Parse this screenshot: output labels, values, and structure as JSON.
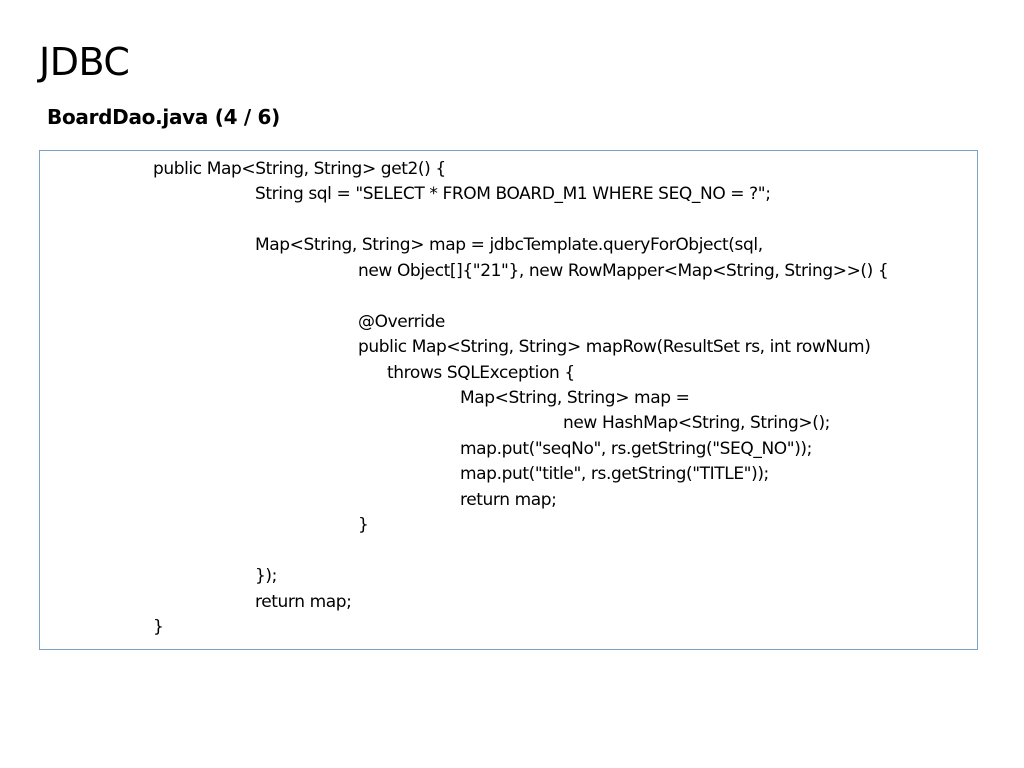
{
  "slide": {
    "title": "JDBC",
    "subtitle": "BoardDao.java (4 / 6)"
  },
  "code": {
    "lines": [
      "public Map<String, String> get2() {",
      "String sql = \"SELECT * FROM BOARD_M1 WHERE SEQ_NO = ?\";",
      "",
      "Map<String, String> map = jdbcTemplate.queryForObject(sql,",
      "new Object[]{\"21\"}, new RowMapper<Map<String, String>>() {",
      "",
      "@Override",
      "public Map<String, String> mapRow(ResultSet rs, int rowNum)",
      "throws SQLException {",
      "Map<String, String> map =",
      "new HashMap<String, String>();",
      "map.put(\"seqNo\", rs.getString(\"SEQ_NO\"));",
      "map.put(\"title\", rs.getString(\"TITLE\"));",
      "return map;",
      "}",
      "",
      "});",
      "return map;",
      "}"
    ]
  }
}
